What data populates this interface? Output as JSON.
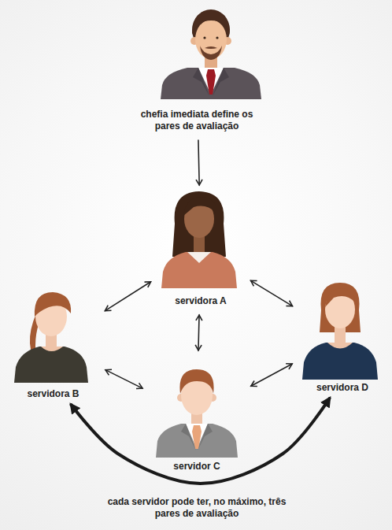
{
  "diagram": {
    "nodes": [
      {
        "text": [
          "chefia imediata define os pares de avaliação"
        ]
      },
      {
        "text": [
          "servidora A"
        ]
      },
      {
        "text": [
          "servidora B"
        ]
      },
      {
        "text": [
          "servidor C"
        ]
      },
      {
        "text": [
          "servidora D"
        ]
      }
    ],
    "edges": [
      {
        "from": 0,
        "to": 1,
        "arrow": "to"
      },
      {
        "from": 1,
        "to": 2,
        "arrow": "both"
      },
      {
        "from": 1,
        "to": 4,
        "arrow": "both"
      },
      {
        "from": 1,
        "to": 3,
        "arrow": "both"
      },
      {
        "from": 2,
        "to": 3,
        "arrow": "both"
      },
      {
        "from": 3,
        "to": 4,
        "arrow": "both"
      },
      {
        "from": 2,
        "to": 4,
        "arrow": "both"
      }
    ],
    "labels": [
      "cada servidor pode ter, no máximo, três pares de avaliação"
    ]
  }
}
